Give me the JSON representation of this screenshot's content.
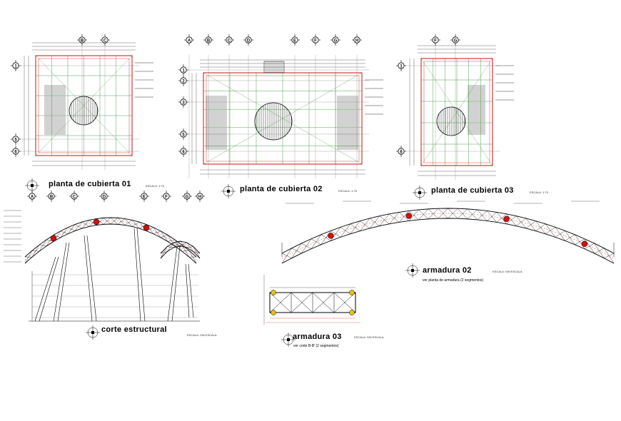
{
  "drawings": {
    "plan1": {
      "title": "planta de cubierta 01",
      "scale": "ESCALA: 1:75",
      "grid_letters": [
        "B",
        "C"
      ],
      "grid_numbers": [
        "1",
        "5",
        "6"
      ]
    },
    "plan2": {
      "title": "planta de cubierta 02",
      "scale": "ESCALA: 1:75",
      "grid_letters": [
        "A",
        "B",
        "C",
        "D",
        "E",
        "F",
        "G",
        "H"
      ],
      "grid_numbers": [
        "1",
        "2",
        "3",
        "5",
        "6"
      ]
    },
    "plan3": {
      "title": "planta de cubierta 03",
      "scale": "ESCALA: 1:75",
      "grid_letters": [
        "F",
        "G"
      ],
      "grid_numbers": [
        "1",
        "6"
      ]
    },
    "section": {
      "title": "corte estructural",
      "scale": "ESCALA: SIN ESCALA",
      "grid_letters": [
        "A",
        "B",
        "C",
        "D",
        "E",
        "F",
        "G",
        "H"
      ]
    },
    "truss2": {
      "title": "armadura 02",
      "subtitle": "ver planta de armadura (2 segmentos)",
      "scale": "ESCALA: SIN ESCALA"
    },
    "truss3": {
      "title": "armadura 03",
      "subtitle": "ver corte B-B' (2 segmentos)",
      "scale": "ESCALA: SIN ESCALA"
    }
  },
  "colors": {
    "line": "#000000",
    "red": "#d01010",
    "green": "#2a8a2a",
    "grey": "#777777"
  }
}
